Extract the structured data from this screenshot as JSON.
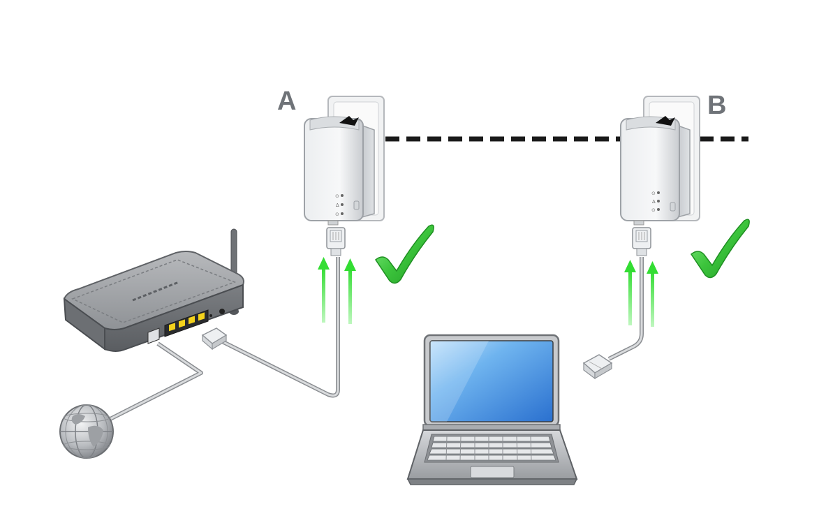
{
  "labels": {
    "adapter_a": "A",
    "adapter_b": "B"
  },
  "status": {
    "adapter_a": "ok",
    "adapter_b": "ok"
  },
  "icons": {
    "router": "router-icon",
    "globe": "globe-icon",
    "laptop": "laptop-icon",
    "powerline_adapter": "powerline-adapter-icon",
    "ethernet_plug": "ethernet-plug-icon",
    "checkmark": "checkmark-icon",
    "arrow": "arrow-up-icon"
  },
  "colors": {
    "check_green": "#3cc43c",
    "arrow_green": "#44e044",
    "router_port": "#f3d21c",
    "laptop_screen": "#3f8fe0",
    "powerline_dash": "#1a1a1a",
    "label_gray": "#6f7378"
  }
}
